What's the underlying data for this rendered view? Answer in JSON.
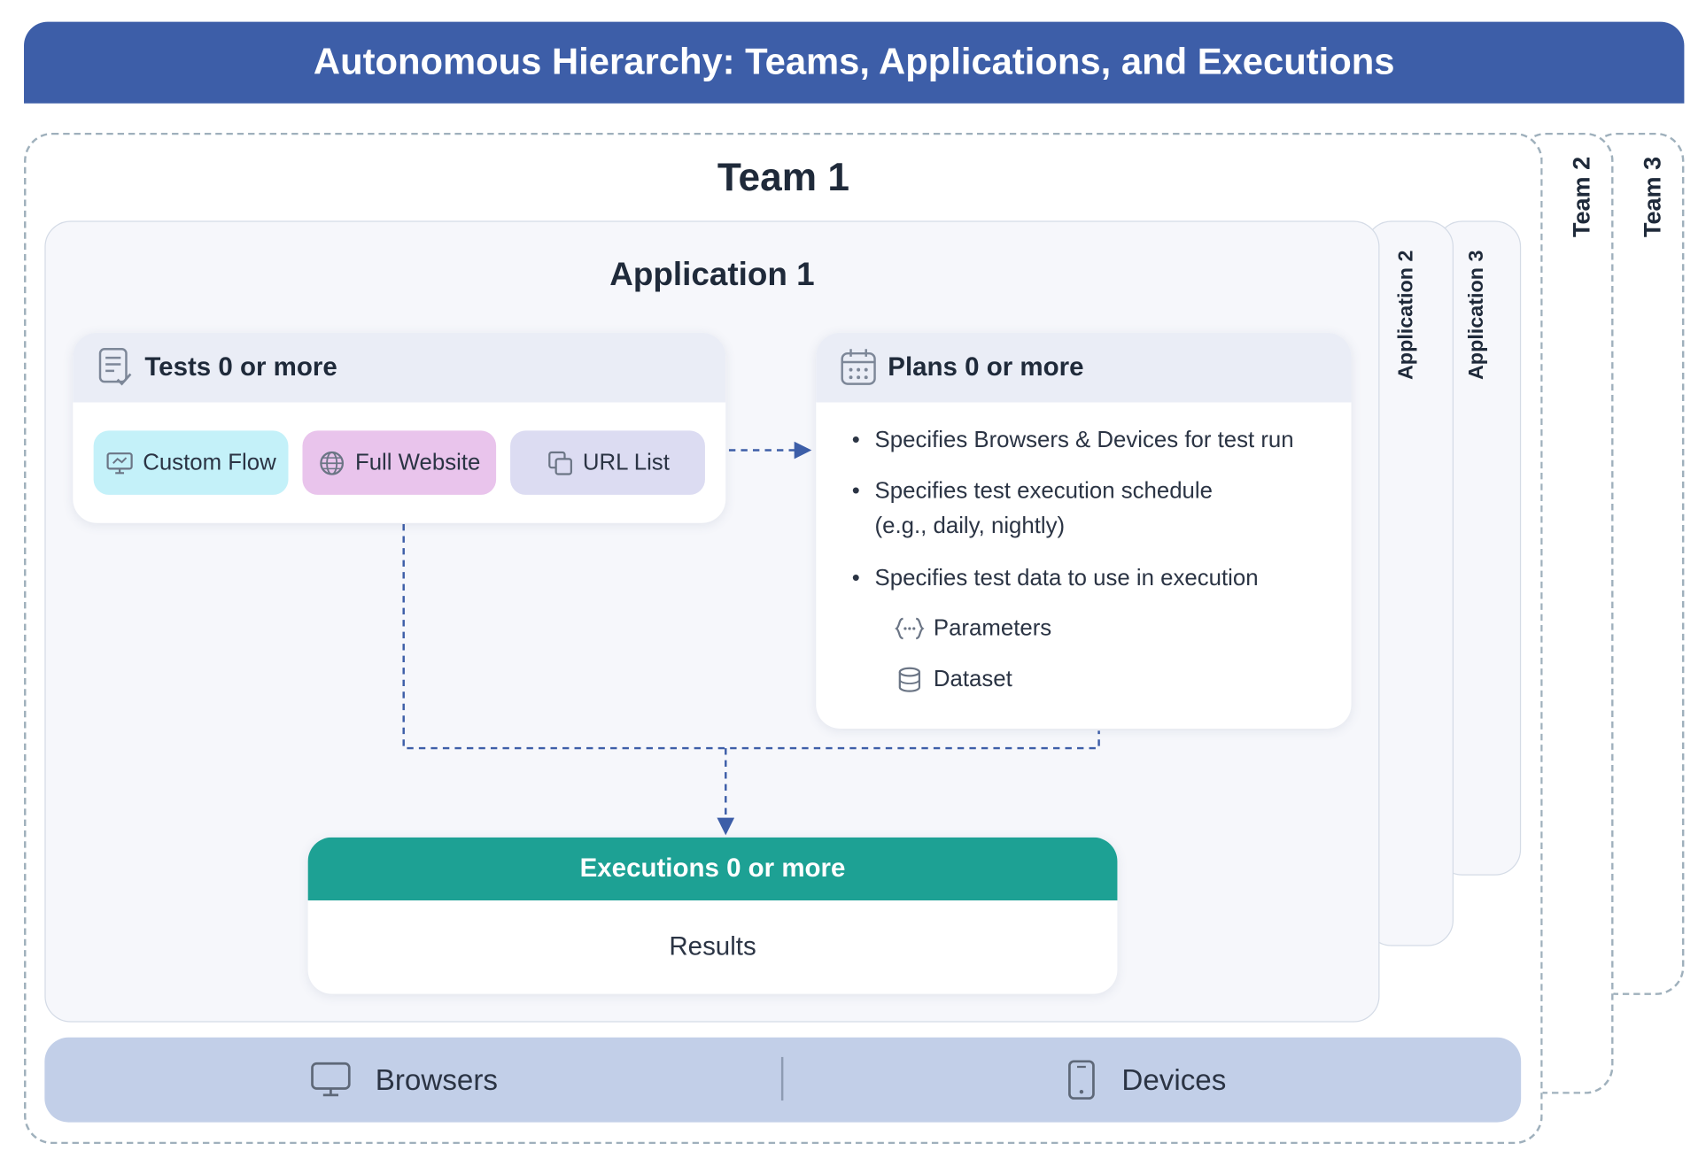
{
  "title": "Autonomous Hierarchy: Teams, Applications, and Executions",
  "teams": {
    "main": "Team 1",
    "stacked": [
      "Team 2",
      "Team 3"
    ]
  },
  "applications": {
    "main": "Application 1",
    "stacked": [
      "Application 2",
      "Application 3"
    ]
  },
  "tests": {
    "title": "Tests 0 or more",
    "types": [
      "Custom Flow",
      "Full Website",
      "URL List"
    ]
  },
  "plans": {
    "title": "Plans 0 or more",
    "bullets": [
      "Specifies Browsers & Devices for test run",
      "Specifies test execution schedule",
      "(e.g., daily, nightly)",
      "Specifies test data to use in execution"
    ],
    "data_items": [
      "Parameters",
      "Dataset"
    ]
  },
  "executions": {
    "title": "Executions 0 or more",
    "body": "Results"
  },
  "environments": {
    "browsers": "Browsers",
    "devices": "Devices"
  },
  "colors": {
    "banner": "#3d5ea8",
    "executions_header": "#1da194",
    "chip_custom_flow": "#c4f1f9",
    "chip_full_website": "#e9c4ec",
    "chip_url_list": "#dcdcf2",
    "environment_bar": "#c2cfe8",
    "connector": "#3d5ea8"
  },
  "icons": {
    "tests": "checklist-icon",
    "plans": "calendar-icon",
    "custom_flow": "monitor-flow-icon",
    "full_website": "globe-icon",
    "url_list": "copy-icon",
    "parameters": "braces-icon",
    "dataset": "database-icon",
    "browsers": "monitor-icon",
    "devices": "mobile-icon"
  }
}
